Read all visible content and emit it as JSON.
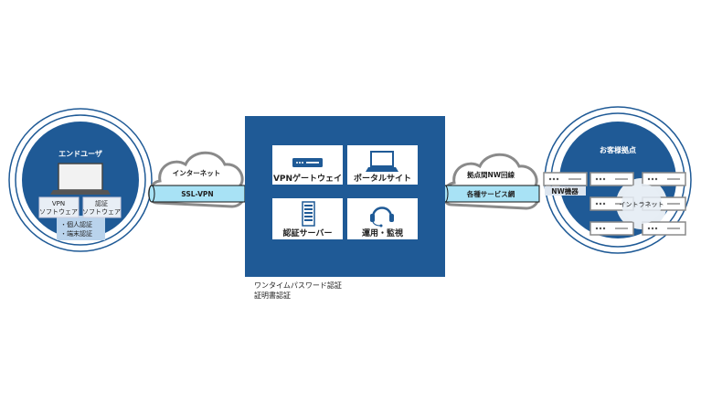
{
  "end_user": {
    "title": "エンドユーザ",
    "vpn_software": [
      "VPN",
      "ソフトウェア"
    ],
    "auth_software": [
      "認証",
      "ソフトウェア"
    ],
    "auth_items": [
      "・個人認証",
      "・端末認証"
    ]
  },
  "left_cloud": {
    "label": "インターネット",
    "tube_label": "SSL-VPN"
  },
  "center": {
    "tiles": [
      {
        "label": "VPNゲートウェイ",
        "icon": "vpn-gateway-icon"
      },
      {
        "label": "ポータルサイト",
        "icon": "laptop-icon"
      },
      {
        "label": "認証サーバー",
        "icon": "server-rack-icon"
      },
      {
        "label": "運用・監視",
        "icon": "headset-icon"
      }
    ],
    "caption": [
      "ワンタイムパスワード認証",
      "証明書認証"
    ]
  },
  "right_cloud": {
    "label": "拠点間NW回線",
    "tube_label": "各種サービス網"
  },
  "customer_site": {
    "title": "お客様拠点",
    "nw_label": "NW機器",
    "intranet_label": "イントラネット"
  },
  "colors": {
    "navy": "#1f5a96",
    "tube": "#a8e2f5",
    "light_box": "#dde6f0",
    "cloud_stroke": "#8a8a8a"
  }
}
